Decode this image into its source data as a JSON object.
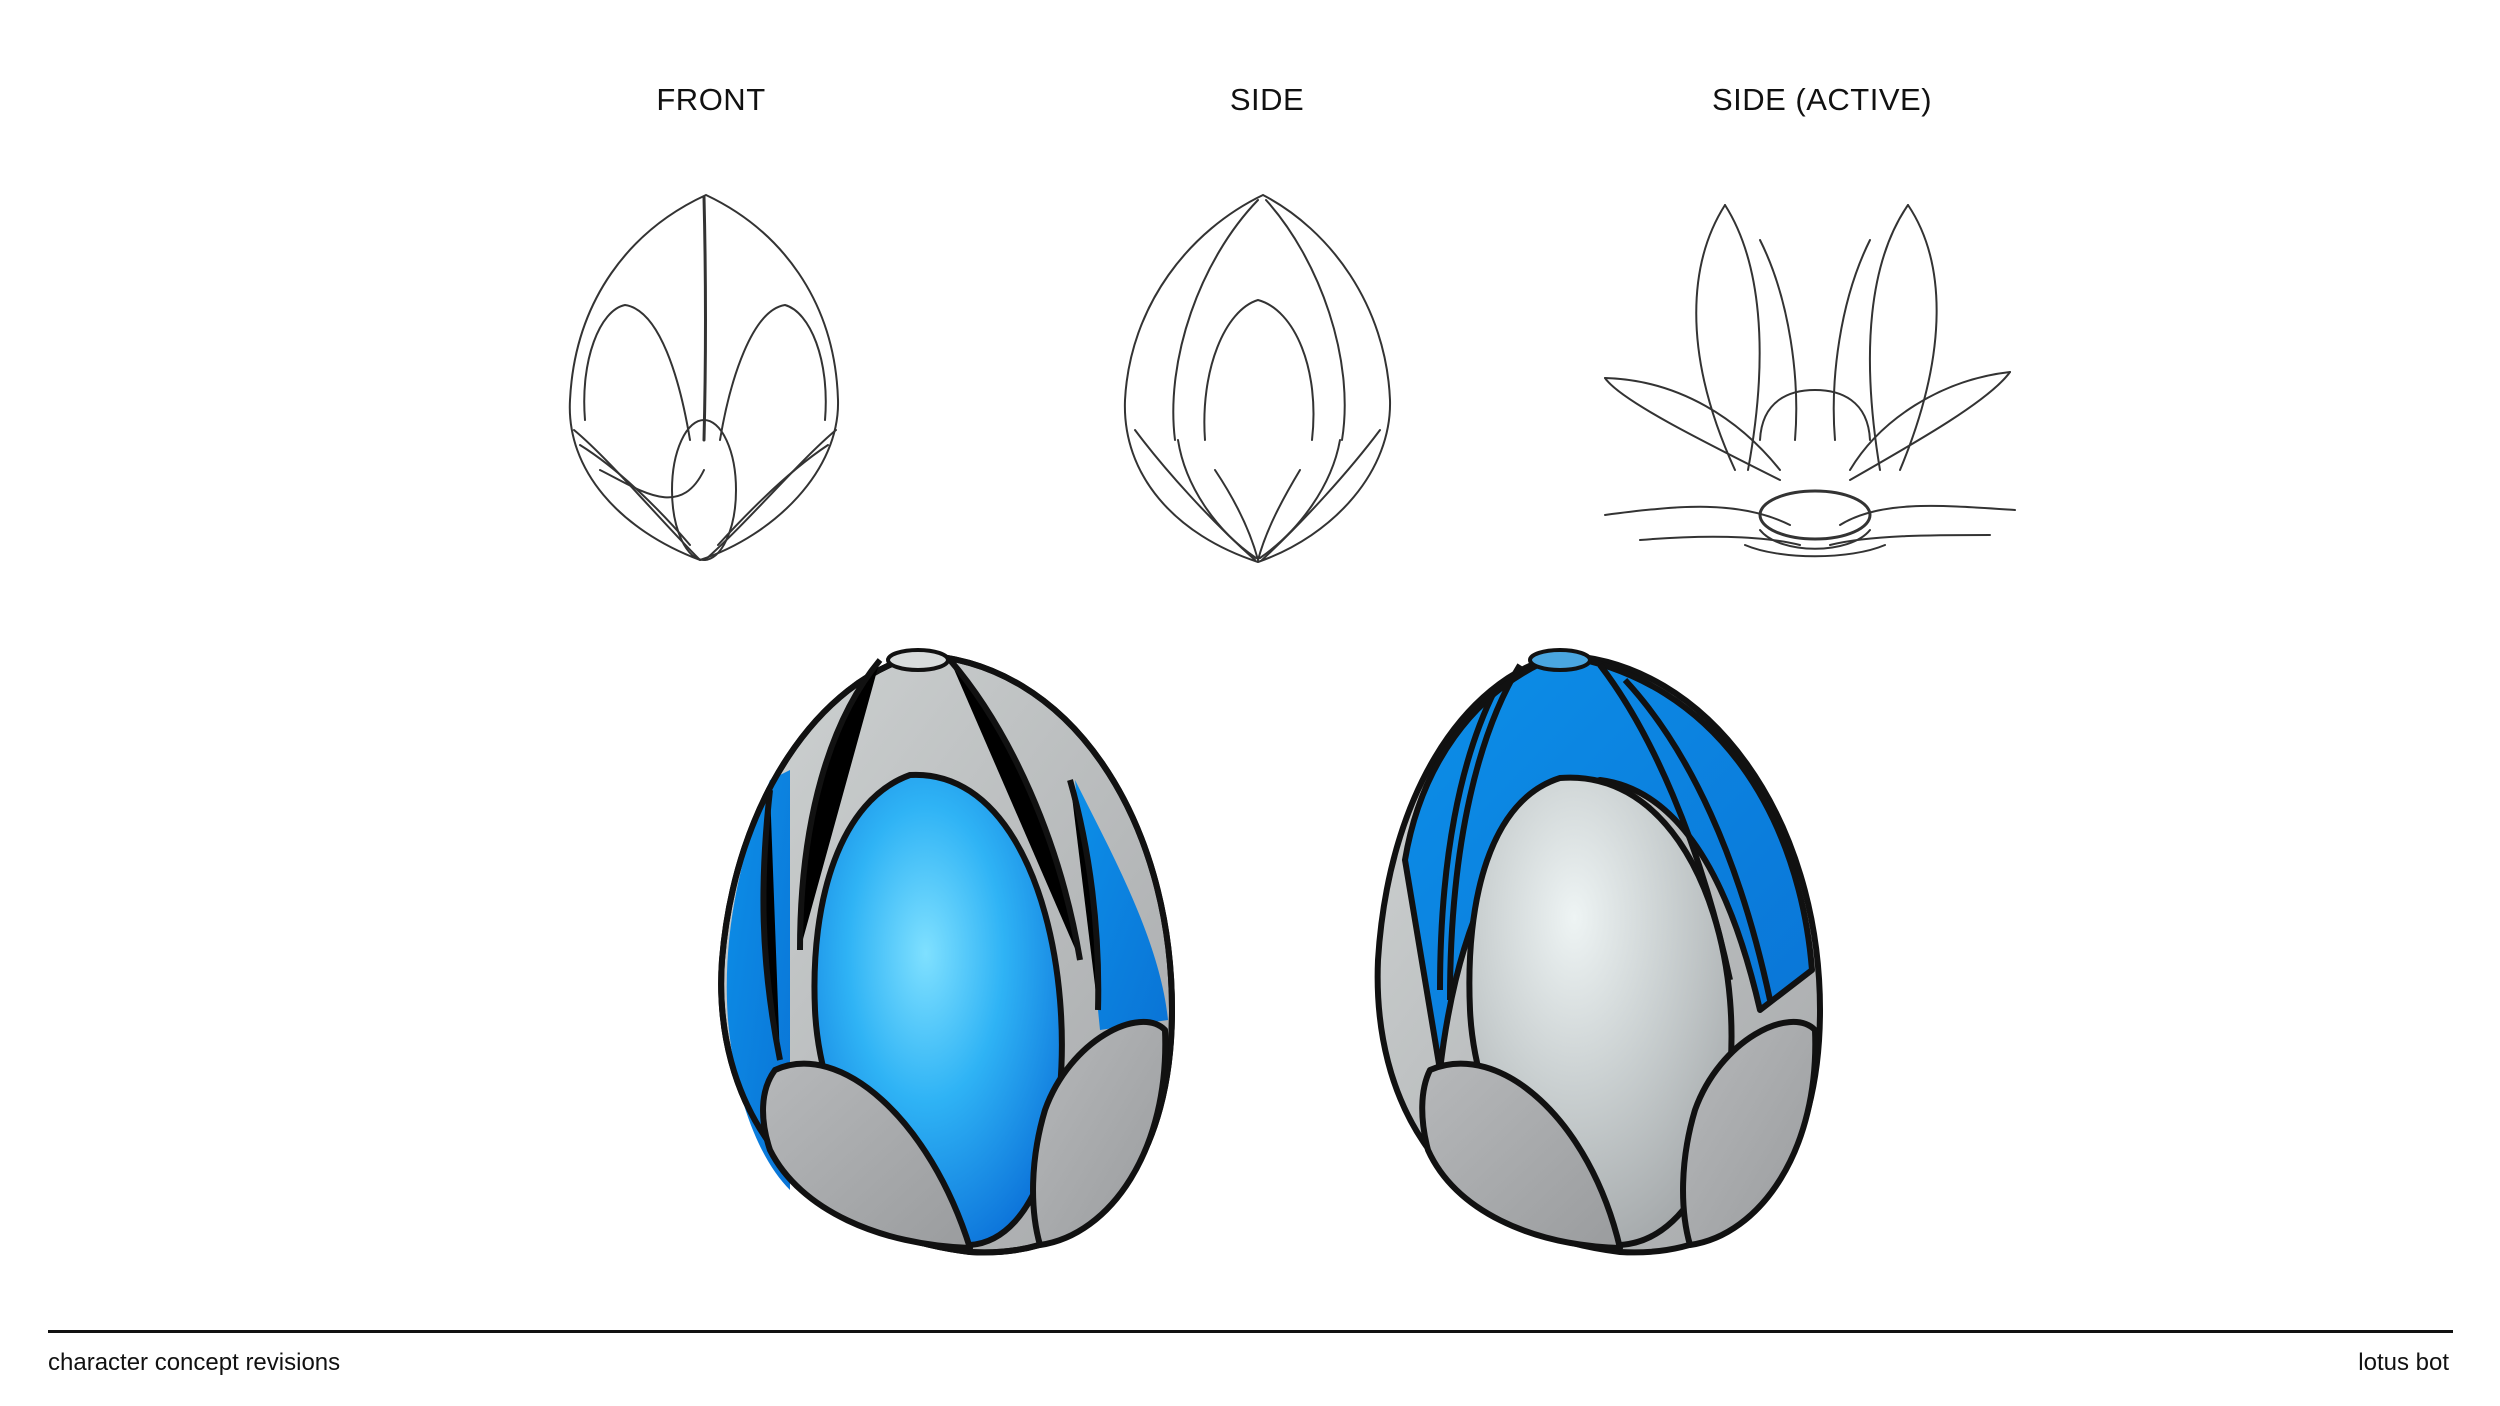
{
  "labels": {
    "front": "FRONT",
    "side": "SIDE",
    "side_active": "SIDE (ACTIVE)"
  },
  "footer": {
    "left": "character concept revisions",
    "right": "lotus bot"
  },
  "colors": {
    "accent_blue": "#1a8fe0",
    "light_blue": "#5fd0fb",
    "shell_grey": "#b9bcbd",
    "outline": "#111111"
  }
}
